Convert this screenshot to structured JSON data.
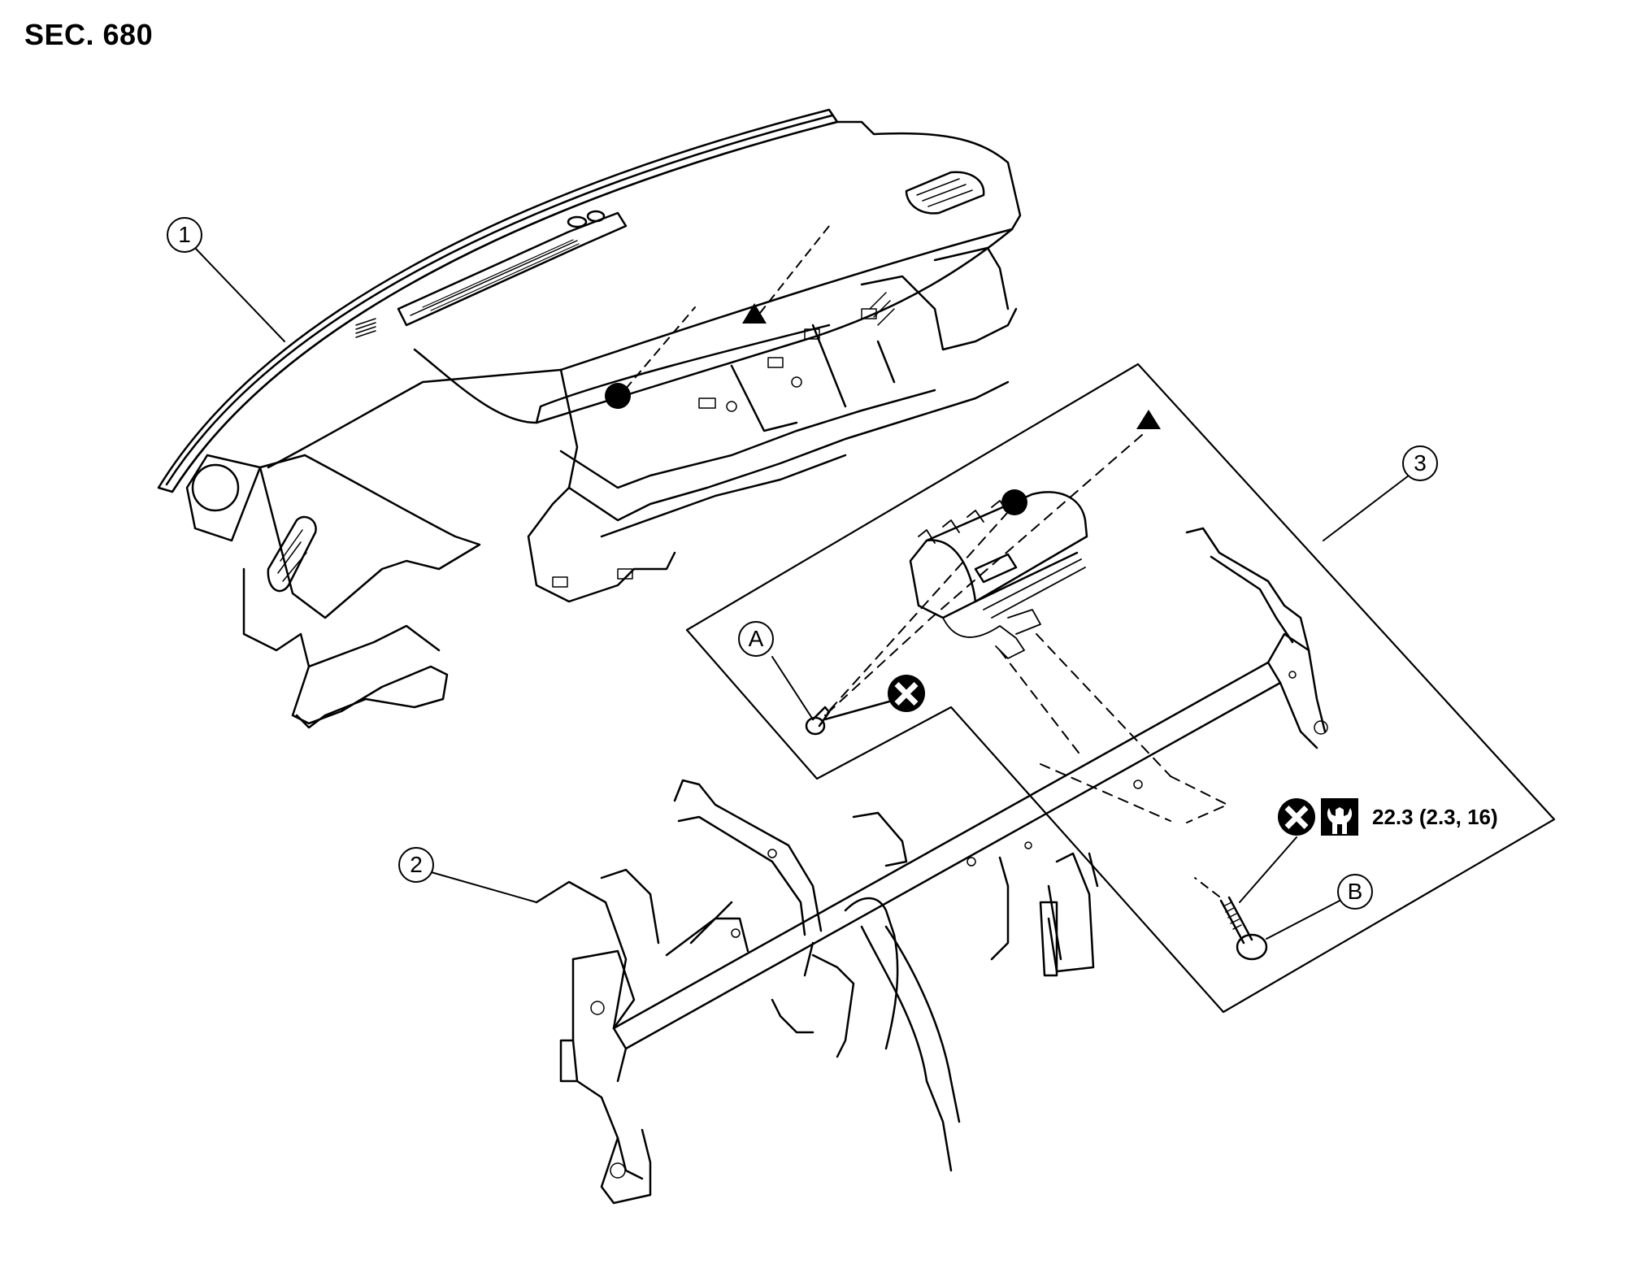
{
  "section": "SEC. 680",
  "callouts": {
    "part1": "1",
    "part2": "2",
    "part3": "3",
    "pointA": "A",
    "pointB": "B"
  },
  "torque": {
    "value": "22.3 (2.3, 16)"
  },
  "symbols": {
    "non_reusable": "x-circle-icon",
    "tighten_torque": "wrench-icon",
    "mate_circle": "filled-circle-icon",
    "mate_triangle": "filled-triangle-icon"
  },
  "colors": {
    "line": "#000000",
    "background": "#ffffff"
  }
}
